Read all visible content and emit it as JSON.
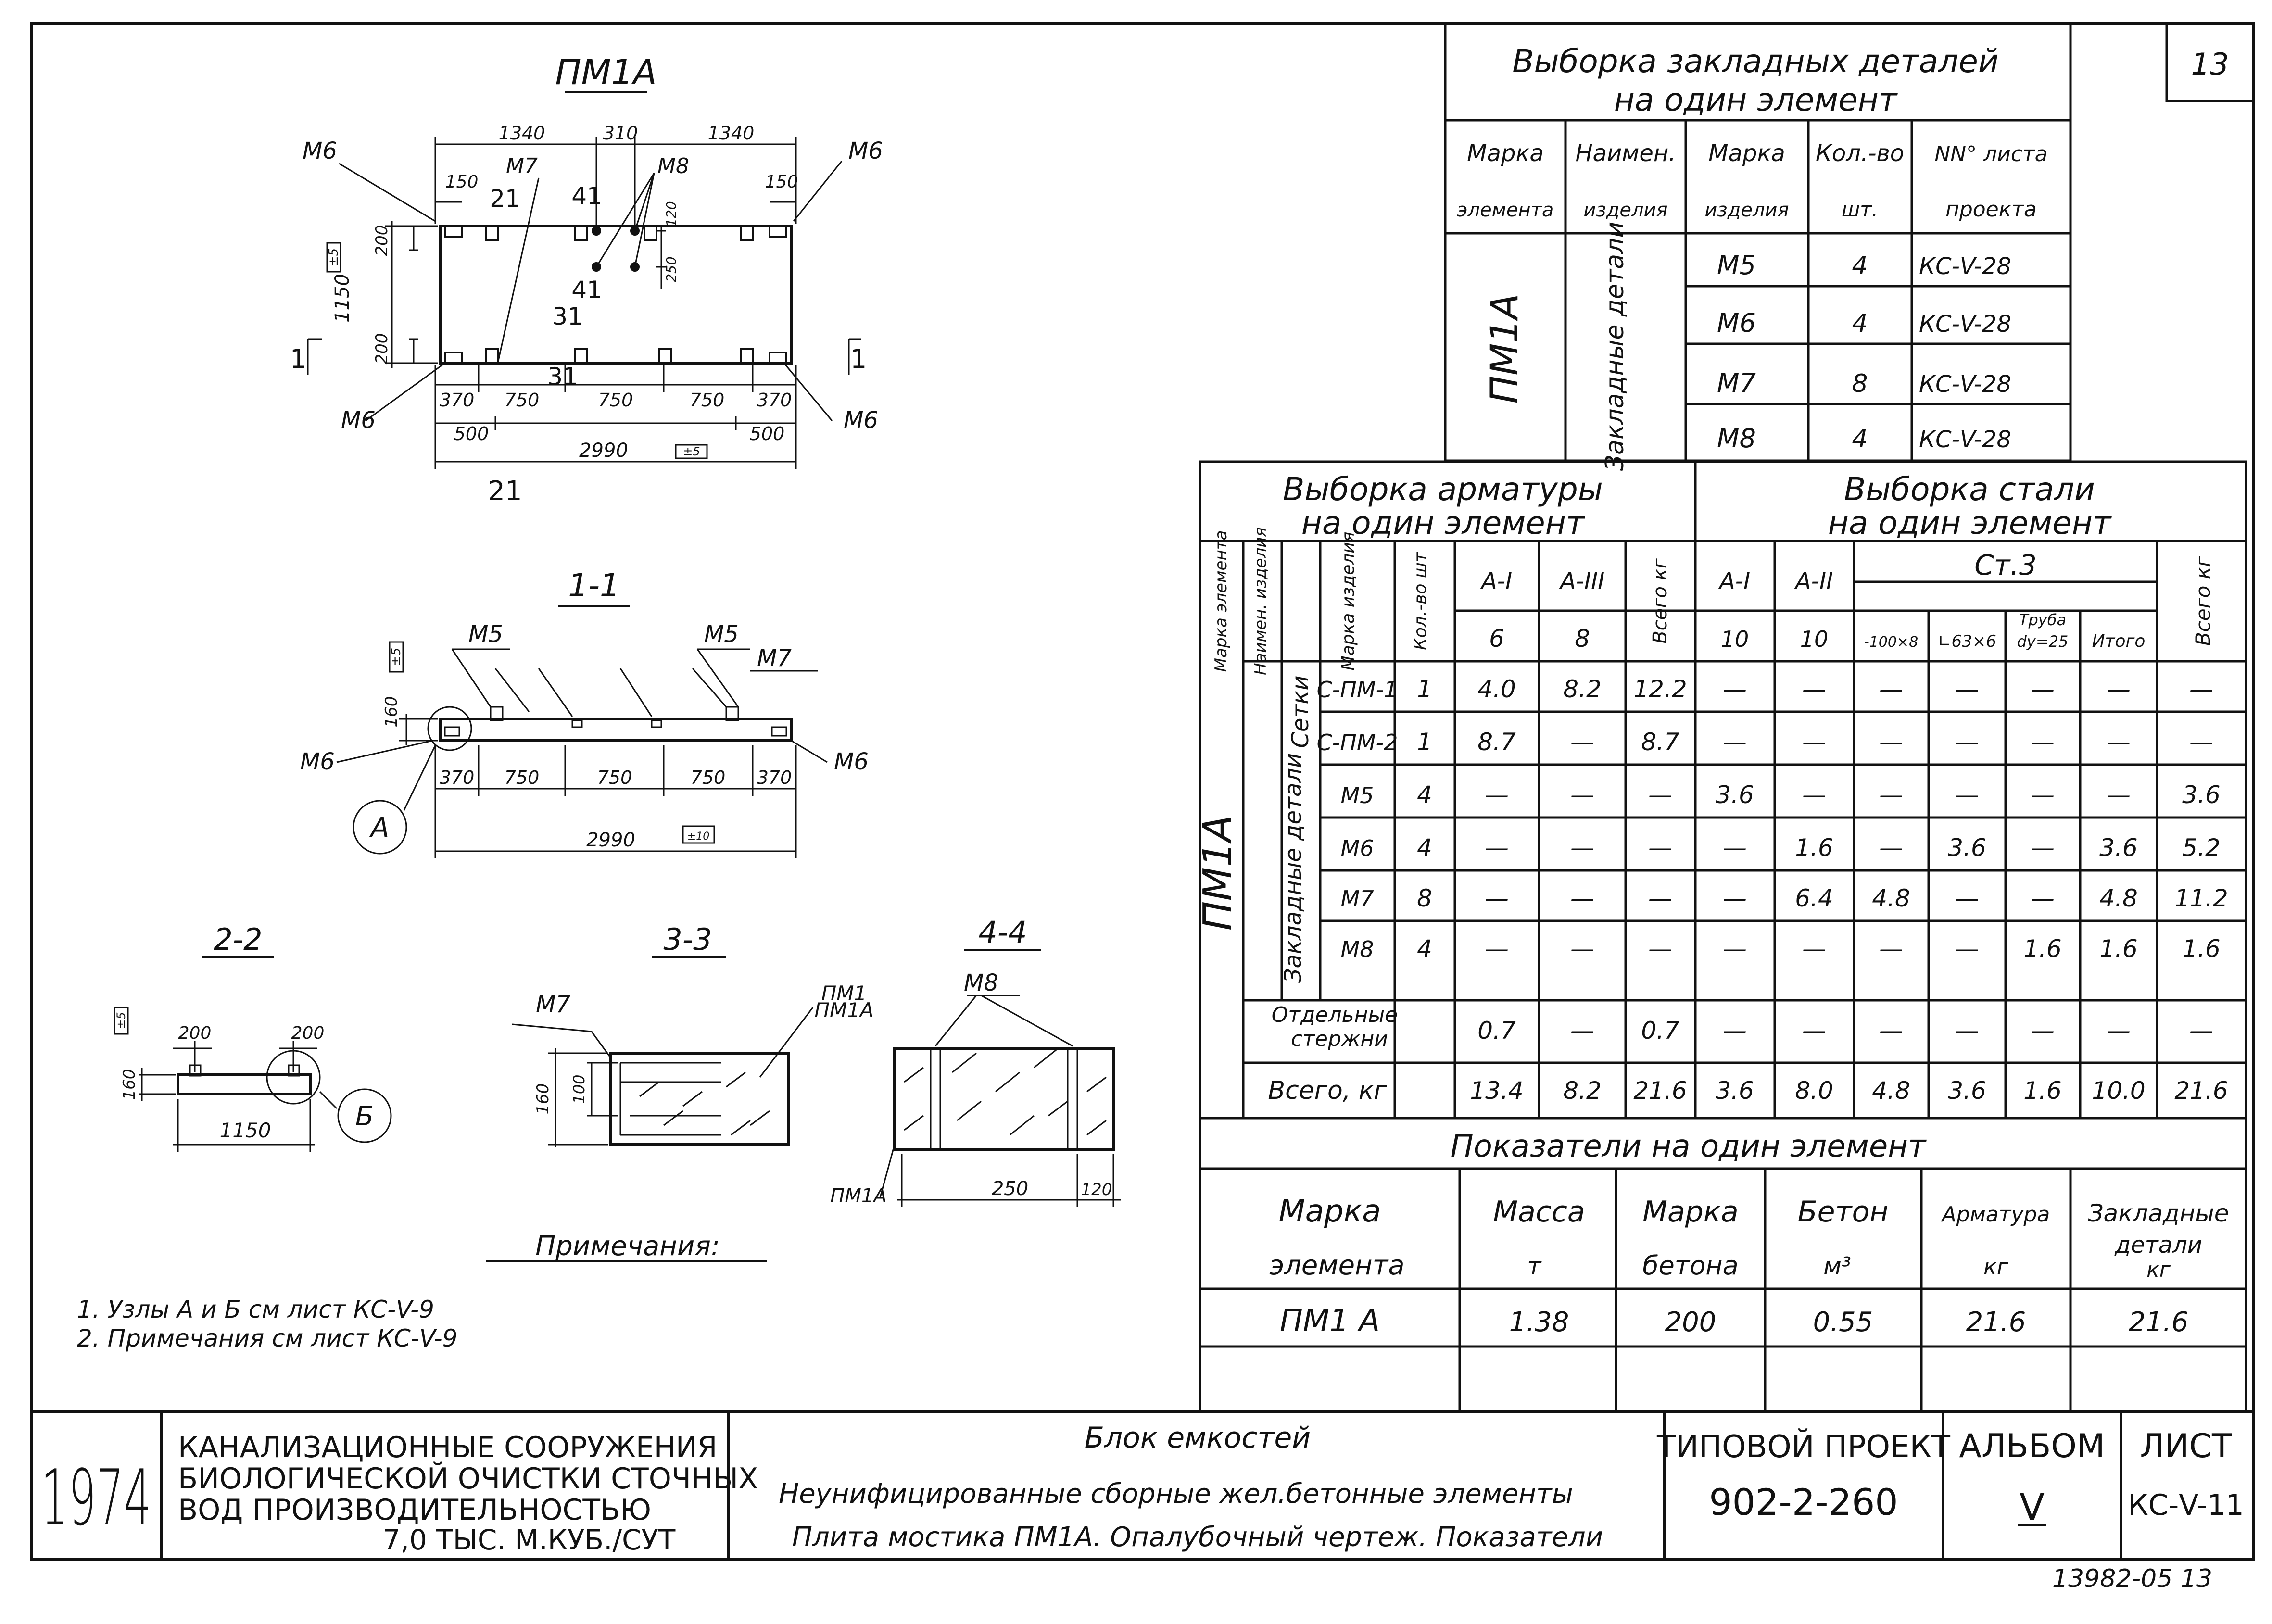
{
  "sheet_corner_number": "13",
  "footer_code": "13982-05  13",
  "drawing": {
    "plan_title": "ПМ1А",
    "plan_dims": {
      "top": [
        "1340",
        "310",
        "1340"
      ],
      "left_top": "150",
      "right_top": "150",
      "h_top": "200",
      "h_total": "1150",
      "h_bottom": "200",
      "v_120": "120",
      "v_250": "250",
      "bottom": [
        "370",
        "750",
        "750",
        "750",
        "370"
      ],
      "bottom_500_left": "500",
      "bottom_500_right": "500",
      "overall": "2990",
      "tol_total": "±5",
      "tol_overall": "±5"
    },
    "plan_marks": {
      "m6_tl": "М6",
      "m6_tr": "М6",
      "m6_bl": "М6",
      "m6_br": "М6",
      "m7": "М7",
      "m8": "М8",
      "sec_2_top": "21",
      "sec_4_top": "41",
      "sec_4_mid": "41",
      "sec_3_mid": "31",
      "sec_3_bot": "31",
      "sec_2_bot": "21",
      "cut_left": "1",
      "cut_right": "1"
    },
    "section11": {
      "title": "1-1",
      "m5_left": "М5",
      "m5_right": "М5",
      "m7": "М7",
      "m6_left": "М6",
      "m6_right": "М6",
      "h": "160",
      "tol": "±5",
      "bottom": [
        "370",
        "750",
        "750",
        "750",
        "370"
      ],
      "overall": "2990",
      "tol_overall": "±10",
      "callout": "А"
    },
    "section22": {
      "title": "2-2",
      "left": "200",
      "right": "200",
      "h": "160",
      "width": "1150",
      "tol": "±5",
      "callout": "Б"
    },
    "section33": {
      "title": "3-3",
      "m7": "М7",
      "pm_label_1": "ПМ1",
      "pm_label_2": "ПМ1А",
      "h": "160",
      "h_inner": "100"
    },
    "section44": {
      "title": "4-4",
      "m8": "М8",
      "pm_label": "ПМ1А",
      "w": "250",
      "w2": "120"
    },
    "notes_title": "Примечания:",
    "notes": [
      "1.  Узлы  А и Б   см   лист   КС-V-9",
      "2.  Примечания  см   лист  КС-V-9"
    ]
  },
  "embedded_table": {
    "title_line1": "Выборка  закладных  деталей",
    "title_line2": "на  один  элемент",
    "headers": [
      [
        "Марка",
        "элемента"
      ],
      [
        "Наимен.",
        "изделия"
      ],
      [
        "Марка",
        "изделия"
      ],
      [
        "Кол.-во",
        "шт."
      ],
      [
        "NN° листа",
        "проекта"
      ]
    ],
    "element": "ПМ1А",
    "item_name": "Закладные детали",
    "rows": [
      {
        "mark": "М5",
        "qty": "4",
        "sheet": "КС-V-28"
      },
      {
        "mark": "М6",
        "qty": "4",
        "sheet": "КС-V-28"
      },
      {
        "mark": "М7",
        "qty": "8",
        "sheet": "КС-V-28"
      },
      {
        "mark": "М8",
        "qty": "4",
        "sheet": "КС-V-28"
      }
    ]
  },
  "rebar_table": {
    "title_rebar_1": "Выборка  арматуры",
    "title_rebar_2": "на  один  элемент",
    "title_steel_1": "Выборка  стали",
    "title_steel_2": "на  один  элемент",
    "h_mark_el": "Марка элемента",
    "h_name": "Наимен. изделия",
    "h_mark_item": "Марка изделия",
    "h_qty": "Кол.-во шт",
    "h_a1": "А-I",
    "h_a1_d": "6",
    "h_a3": "А-III",
    "h_a3_d": "8",
    "h_total": "Всего кг",
    "h_s_a1": "А-I",
    "h_s_a1_d": "10",
    "h_s_a2": "А-II",
    "h_s_a2_d": "10",
    "h_st3": "Ст.3",
    "h_c1": "-100×8",
    "h_c2": "∟63×6",
    "h_c3_1": "Труба",
    "h_c3_2": "dу=25",
    "h_c4": "Итого",
    "h_s_total": "Всего кг",
    "element": "ПМ1А",
    "grp_setki": "Сетки",
    "grp_zakl": "Закладные детали",
    "rows": [
      [
        "С-ПМ-1",
        "1",
        "4.0",
        "8.2",
        "12.2",
        "—",
        "—",
        "—",
        "—",
        "—",
        "—",
        "—"
      ],
      [
        "С-ПМ-2",
        "1",
        "8.7",
        "—",
        "8.7",
        "—",
        "—",
        "—",
        "—",
        "—",
        "—",
        "—"
      ],
      [
        "М5",
        "4",
        "—",
        "—",
        "—",
        "3.6",
        "—",
        "—",
        "—",
        "—",
        "—",
        "3.6"
      ],
      [
        "М6",
        "4",
        "—",
        "—",
        "—",
        "—",
        "1.6",
        "—",
        "3.6",
        "—",
        "3.6",
        "5.2"
      ],
      [
        "М7",
        "8",
        "—",
        "—",
        "—",
        "—",
        "6.4",
        "4.8",
        "—",
        "—",
        "4.8",
        "11.2"
      ],
      [
        "М8",
        "4",
        "—",
        "—",
        "—",
        "—",
        "—",
        "—",
        "—",
        "1.6",
        "1.6",
        "1.6"
      ]
    ],
    "separate_label_1": "Отдельные",
    "separate_label_2": "стержни",
    "separate_row": [
      "0.7",
      "—",
      "0.7",
      "—",
      "—",
      "—",
      "—",
      "—",
      "—",
      "—"
    ],
    "total_label": "Всего, кг",
    "total_row": [
      "13.4",
      "8.2",
      "21.6",
      "3.6",
      "8.0",
      "4.8",
      "3.6",
      "1.6",
      "10.0",
      "21.6"
    ]
  },
  "indicators": {
    "title": "Показатели  на  один  элемент",
    "h1a": "Марка",
    "h1b": "элемента",
    "h2a": "Масса",
    "h2b": "т",
    "h3a": "Марка",
    "h3b": "бетона",
    "h4a": "Бетон",
    "h4b": "м³",
    "h5a": "Арматура",
    "h5b": "кг",
    "h6a": "Закладные",
    "h6b": "детали",
    "h6c": "кг",
    "row": [
      "ПМ1 А",
      "1.38",
      "200",
      "0.55",
      "21.6",
      "21.6"
    ]
  },
  "title_block": {
    "year": "1974",
    "org_line1": "КАНАЛИЗАЦИОННЫЕ   СООРУЖЕНИЯ",
    "org_line2": "БИОЛОГИЧЕСКОЙ ОЧИСТКИ СТОЧНЫХ",
    "org_line3": "ВОД        ПРОИЗВОДИТЕЛЬНОСТЬЮ",
    "org_line4": "7,0 ТЫС. М.КУБ./СУТ",
    "desc_line1": "Блок   емкостей",
    "desc_line2": "Неунифицированные  сборные  жел.бетонные  элементы",
    "desc_line3": "Плита  мостика  ПМ1А. Опалубочный  чертеж. Показатели",
    "project_label": "ТИПОВОЙ ПРОЕКТ",
    "project_number": "902-2-260",
    "album_label": "АЛЬБОМ",
    "album_value": "V",
    "sheet_label": "ЛИСТ",
    "sheet_value": "КС-V-11"
  }
}
